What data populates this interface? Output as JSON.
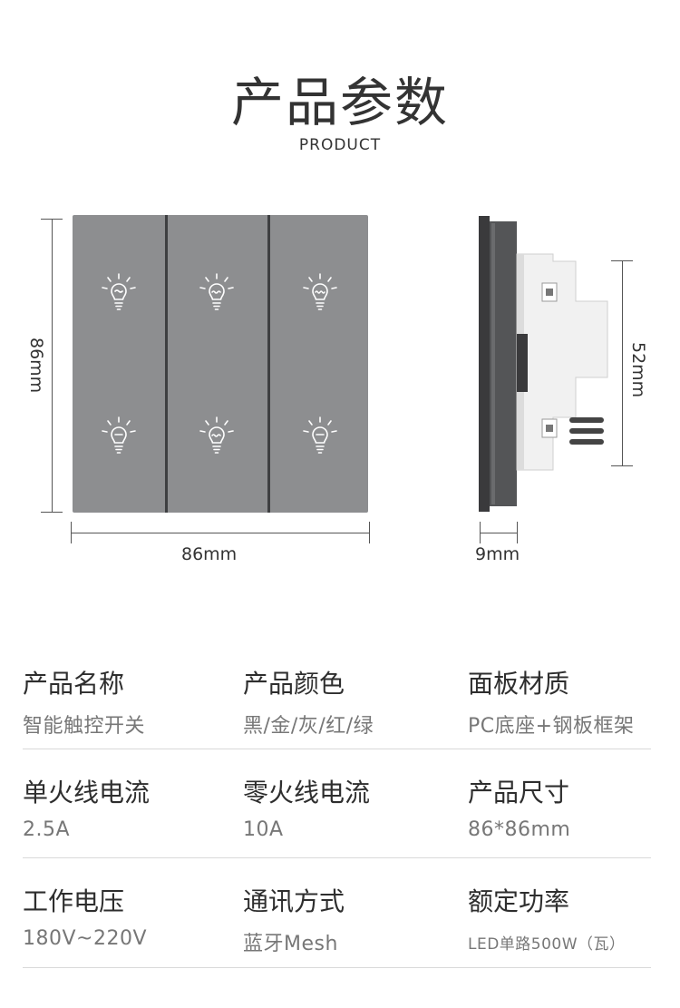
{
  "header": {
    "title": "产品参数",
    "subtitle": "PRODUCT"
  },
  "diagram": {
    "front_height_label": "86mm",
    "front_width_label": "86mm",
    "side_depth_label": "9mm",
    "side_height_label": "52mm",
    "panel_color": "#8d8e90"
  },
  "specs": [
    {
      "label": "产品名称",
      "value": "智能触控开关"
    },
    {
      "label": "产品颜色",
      "value": "黑/金/灰/红/绿"
    },
    {
      "label": "面板材质",
      "value": "PC底座+钢板框架"
    },
    {
      "label": "单火线电流",
      "value": "2.5A"
    },
    {
      "label": "零火线电流",
      "value": "10A"
    },
    {
      "label": "产品尺寸",
      "value": "86*86mm"
    },
    {
      "label": "工作电压",
      "value": "180V~220V"
    },
    {
      "label": "通讯方式",
      "value": "蓝牙Mesh"
    },
    {
      "label": "额定功率",
      "value": "LED单路500W（瓦）"
    }
  ]
}
